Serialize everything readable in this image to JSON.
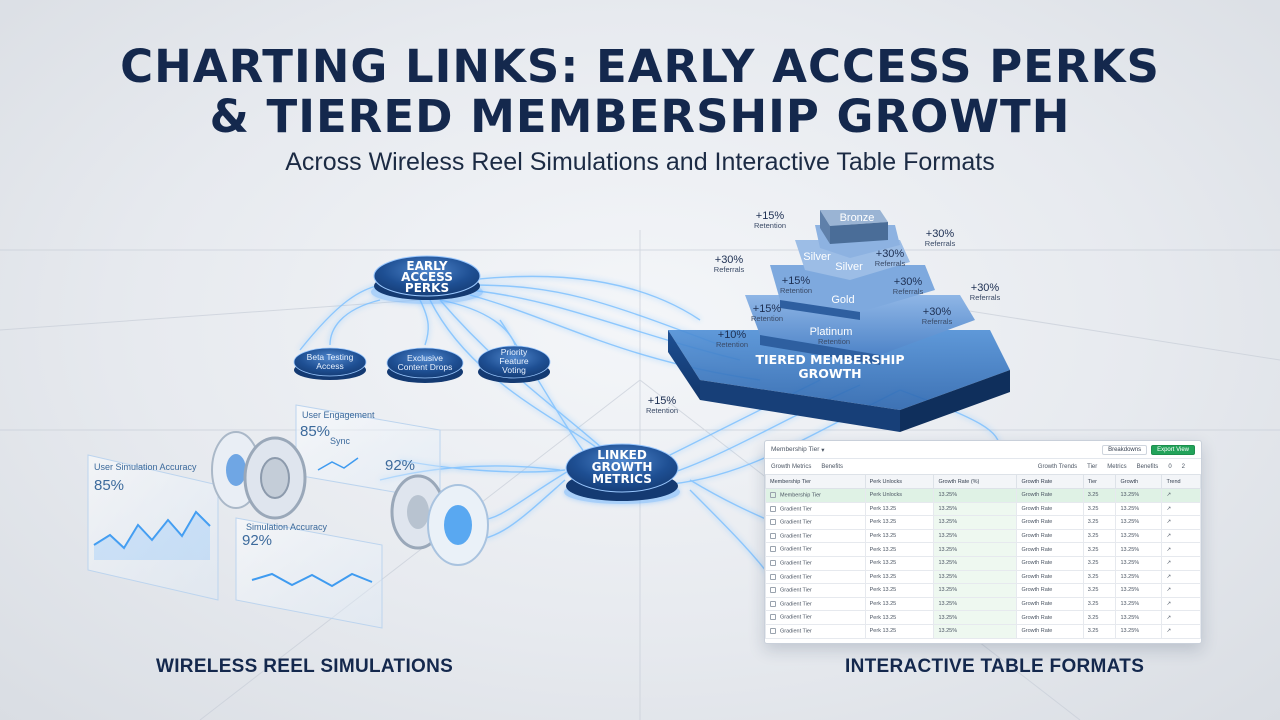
{
  "title": {
    "line1": "CHARTING LINKS: EARLY ACCESS PERKS",
    "line2": "& TIERED MEMBERSHIP GROWTH"
  },
  "subtitle": "Across Wireless Reel Simulations and Interactive Table Formats",
  "nodes": {
    "early_access": [
      "EARLY",
      "ACCESS",
      "PERKS"
    ],
    "linked_growth": [
      "LINKED",
      "GROWTH",
      "METRICS"
    ],
    "sub_perks": [
      [
        "Beta Testing",
        "Access"
      ],
      [
        "Exclusive",
        "Content Drops"
      ],
      [
        "Priority",
        "Feature",
        "Voting"
      ]
    ]
  },
  "pyramid": {
    "tiers": [
      "Bronze",
      "Silver",
      "Silver",
      "Gold",
      "Platinum"
    ],
    "platinum_sub": "Retention",
    "base_label": [
      "TIERED MEMBERSHIP",
      "GROWTH"
    ],
    "annotations": [
      {
        "value": "+15%",
        "label": "Retention"
      },
      {
        "value": "+30%",
        "label": "Referrals"
      },
      {
        "value": "+30%",
        "label": "Referrals"
      },
      {
        "value": "+30%",
        "label": "Referrals"
      },
      {
        "value": "+15%",
        "label": "Retention"
      },
      {
        "value": "+30%",
        "label": "Referrals"
      },
      {
        "value": "+30%",
        "label": "Referrals"
      },
      {
        "value": "+15%",
        "label": "Retention"
      },
      {
        "value": "+30%",
        "label": "Referrals"
      },
      {
        "value": "+10%",
        "label": "Retention"
      },
      {
        "value": "+15%",
        "label": "Retention"
      }
    ]
  },
  "reel_panels": {
    "panel1_label": "User Simulation Accuracy",
    "panel1_value": "85%",
    "panel2_label": "User Engagement",
    "panel2_value": "85%",
    "panel2_sub": "Sync",
    "panel3_label": "Simulation Accuracy",
    "panel3_value": "92%",
    "panel4_value": "92%"
  },
  "table": {
    "dropdown": "Membership Tier",
    "buttons": [
      "Breakdowns",
      "Export View"
    ],
    "sub_left": [
      "Growth Metrics",
      "Benefits"
    ],
    "sub_right": [
      "Growth Trends",
      "Tier",
      "Metrics",
      "Benefits",
      "0",
      "2"
    ],
    "columns": [
      "Membership Tier",
      "Perk Unlocks",
      "Growth Rate (%)",
      "Growth Rate",
      "Tier",
      "Growth",
      "Trend"
    ],
    "header_row": [
      "Membership Tier",
      "Perk Unlocks",
      "13.25%",
      "Growth Rate",
      "3.25",
      "13.25%",
      "↗"
    ],
    "rows": [
      [
        "Gradient Tier",
        "Perk 13.25",
        "13.25%",
        "Growth Rate",
        "3.25",
        "13.25%",
        "↗"
      ],
      [
        "Gradient Tier",
        "Perk 13.25",
        "13.25%",
        "Growth Rate",
        "3.25",
        "13.25%",
        "↗"
      ],
      [
        "Gradient Tier",
        "Perk 13.25",
        "13.25%",
        "Growth Rate",
        "3.25",
        "13.25%",
        "↗"
      ],
      [
        "Gradient Tier",
        "Perk 13.25",
        "13.25%",
        "Growth Rate",
        "3.25",
        "13.25%",
        "↗"
      ],
      [
        "Gradient Tier",
        "Perk 13.25",
        "13.25%",
        "Growth Rate",
        "3.25",
        "13.25%",
        "↗"
      ],
      [
        "Gradient Tier",
        "Perk 13.25",
        "13.25%",
        "Growth Rate",
        "3.25",
        "13.25%",
        "↗"
      ],
      [
        "Gradient Tier",
        "Perk 13.25",
        "13.25%",
        "Growth Rate",
        "3.25",
        "13.25%",
        "↗"
      ],
      [
        "Gradient Tier",
        "Perk 13.25",
        "13.25%",
        "Growth Rate",
        "3.25",
        "13.25%",
        "↗"
      ],
      [
        "Gradient Tier",
        "Perk 13.25",
        "13.25%",
        "Growth Rate",
        "3.25",
        "13.25%",
        "↗"
      ],
      [
        "Gradient Tier",
        "Perk 13.25",
        "13.25%",
        "Growth Rate",
        "3.25",
        "13.25%",
        "↗"
      ]
    ]
  },
  "section_labels": {
    "left": "WIRELESS REEL SIMULATIONS",
    "right": "INTERACTIVE TABLE FORMATS"
  },
  "colors": {
    "navy": "#14284d",
    "node_blue": "#1f4f92",
    "glow": "#6fb6ff",
    "pyramid_blue": "#2f6fb8",
    "table_green": "#22a35a"
  }
}
